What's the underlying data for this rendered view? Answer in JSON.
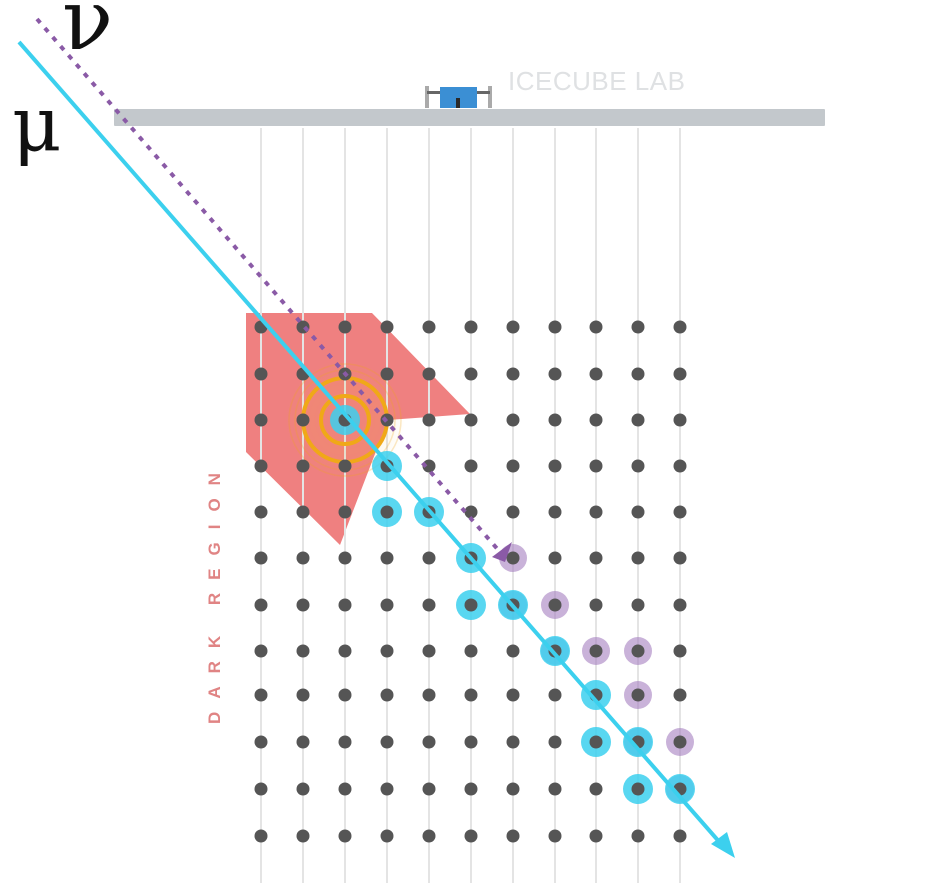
{
  "labels": {
    "neutrino_symbol": "ν",
    "muon_symbol": "μ",
    "lab_name": "ICECUBE LAB",
    "dark_region": "DARK REGION"
  },
  "colors": {
    "muon_track": "#3cd0ee",
    "neutrino_track": "#8a5aa6",
    "dom": "#555555",
    "string_line": "#e4e4e4",
    "surface_bar": "#c3c8cc",
    "lab_building": "#3b8fd4",
    "dark_region": "#ec6a6a",
    "interaction_rings": "#f0a818",
    "muon_hits": "#3cd0ee",
    "neutrino_hits": "#a57fbf"
  },
  "icons": {
    "lab": "lab-building-icon",
    "muon_arrow": "arrowhead-icon",
    "neutrino_arrow": "arrowhead-icon"
  },
  "grid": {
    "columns": 11,
    "rows": 12
  },
  "hits": {
    "muon": [
      [
        2,
        2
      ],
      [
        3,
        3
      ],
      [
        3,
        4
      ],
      [
        4,
        4
      ],
      [
        5,
        5
      ],
      [
        5,
        6
      ],
      [
        6,
        6
      ],
      [
        7,
        7
      ],
      [
        8,
        8
      ],
      [
        8,
        9
      ],
      [
        9,
        9
      ],
      [
        9,
        10
      ],
      [
        10,
        10
      ]
    ],
    "neutrino": [
      [
        6,
        5
      ],
      [
        6,
        6
      ],
      [
        7,
        6
      ],
      [
        7,
        7
      ],
      [
        8,
        7
      ],
      [
        9,
        7
      ],
      [
        9,
        8
      ],
      [
        9,
        9
      ],
      [
        10,
        9
      ],
      [
        10,
        10
      ]
    ]
  }
}
